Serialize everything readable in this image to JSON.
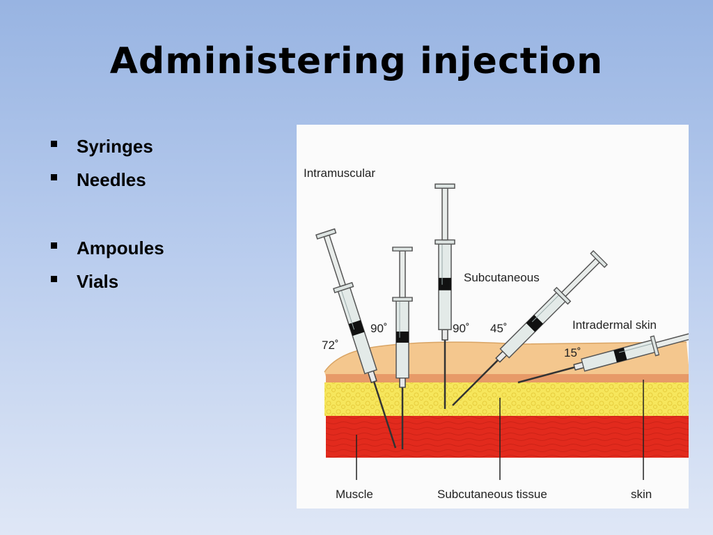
{
  "slide": {
    "title": "Administering injection",
    "bullets": [
      {
        "text": "Syringes"
      },
      {
        "text": "Needles"
      },
      {
        "text": "Ampoules"
      },
      {
        "text": "Vials"
      }
    ]
  },
  "figure": {
    "labels": {
      "intramuscular": "Intramuscular",
      "subcutaneous": "Subcutaneous",
      "intradermal": "Intradermal skin",
      "angle_72": "72˚",
      "angle_90a": "90˚",
      "angle_90b": "90˚",
      "angle_45": "45˚",
      "angle_15": "15˚",
      "muscle": "Muscle",
      "subcutaneous_tissue": "Subcutaneous tissue",
      "skin": "skin"
    },
    "colors": {
      "muscle": "#e22a1d",
      "fat": "#f7e85a",
      "skin": "#f5c98c",
      "syringe": "#dfe6e4"
    }
  }
}
